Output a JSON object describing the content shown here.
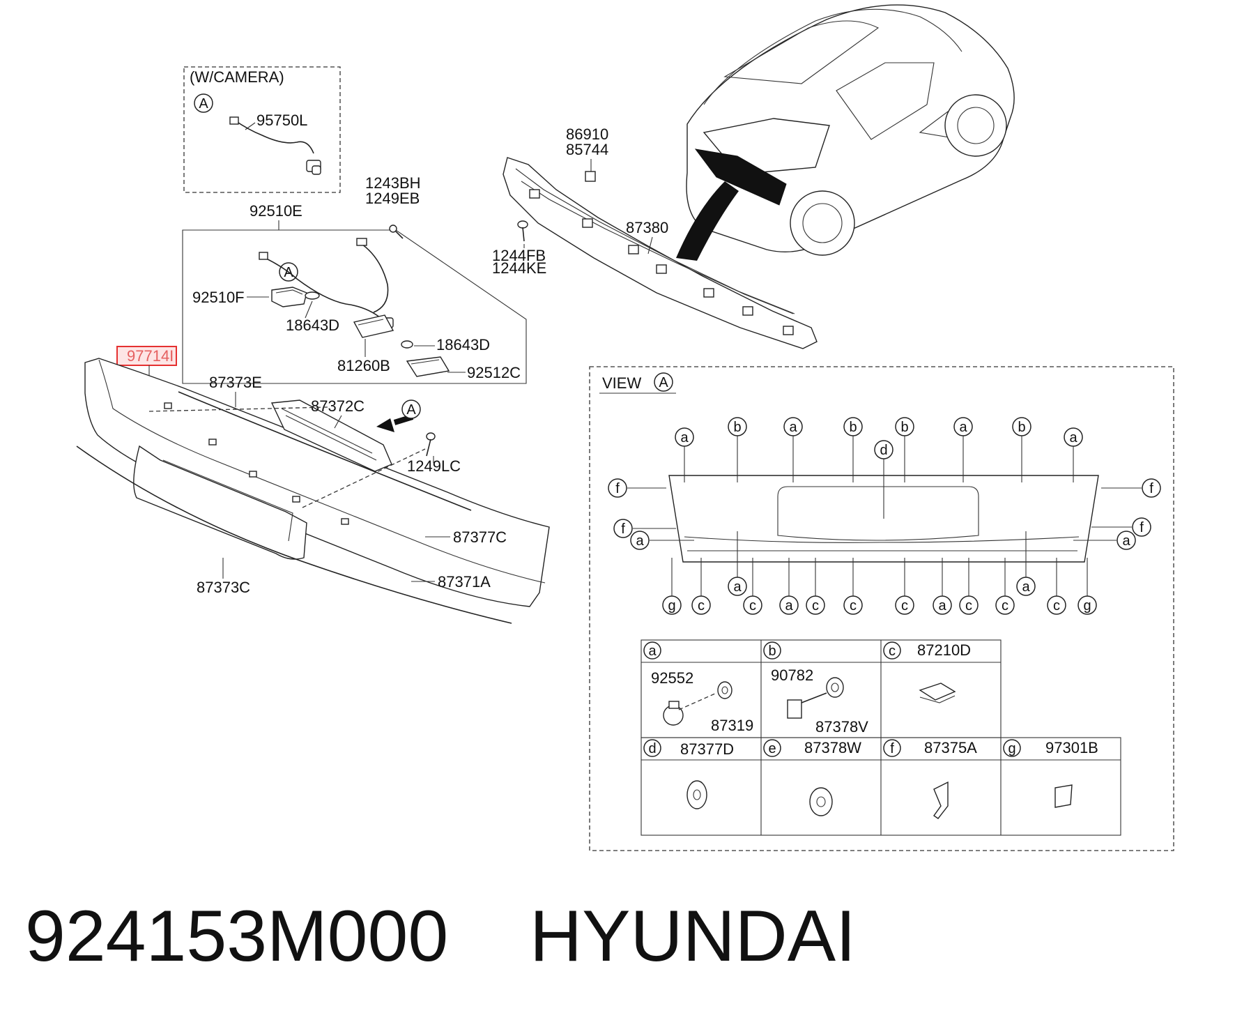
{
  "camera_box": {
    "title": "(W/CAMERA)",
    "marker": "A",
    "part": "95750L"
  },
  "labels": {
    "p86910": "86910",
    "p85744": "85744",
    "p87380": "87380",
    "p1244FB": "1244FB",
    "p1244KE": "1244KE",
    "p1243BH": "1243BH",
    "p1249EB": "1249EB",
    "p92510E": "92510E",
    "p92510F": "92510F",
    "p18643D_1": "18643D",
    "p18643D_2": "18643D",
    "p81260B": "81260B",
    "p92512C": "92512C",
    "p97714I": "97714I",
    "p87373E": "87373E",
    "p87372C": "87372C",
    "p1249LC": "1249LC",
    "p87377C": "87377C",
    "p87371A": "87371A",
    "p87373C": "87373C",
    "marker_A_wiring": "A",
    "marker_A_arrow": "A"
  },
  "view": {
    "title": "VIEW",
    "marker": "A",
    "top_callouts": [
      "a",
      "b",
      "a",
      "b",
      "b",
      "a",
      "b",
      "a"
    ],
    "center_callout": "d",
    "side_left": [
      "f",
      "f",
      "a"
    ],
    "side_right": [
      "f",
      "f",
      "a"
    ],
    "inner_bottom": [
      "a",
      "a"
    ],
    "bottom_callouts": [
      "g",
      "c",
      "c",
      "a",
      "c",
      "c",
      "c",
      "a",
      "c",
      "c",
      "c",
      "g"
    ]
  },
  "legend": {
    "row1": [
      {
        "key": "a",
        "title": "",
        "parts": [
          "92552",
          "87319"
        ]
      },
      {
        "key": "b",
        "title": "",
        "parts": [
          "90782",
          "87378V"
        ]
      },
      {
        "key": "c",
        "title": "87210D",
        "parts": []
      }
    ],
    "row2": [
      {
        "key": "d",
        "title": "87377D"
      },
      {
        "key": "e",
        "title": "87378W"
      },
      {
        "key": "f",
        "title": "87375A"
      },
      {
        "key": "g",
        "title": "97301B"
      }
    ]
  },
  "highlight": {
    "color": "#e53030"
  },
  "footer": {
    "part_number": "924153M000",
    "brand": "HYUNDAI"
  }
}
